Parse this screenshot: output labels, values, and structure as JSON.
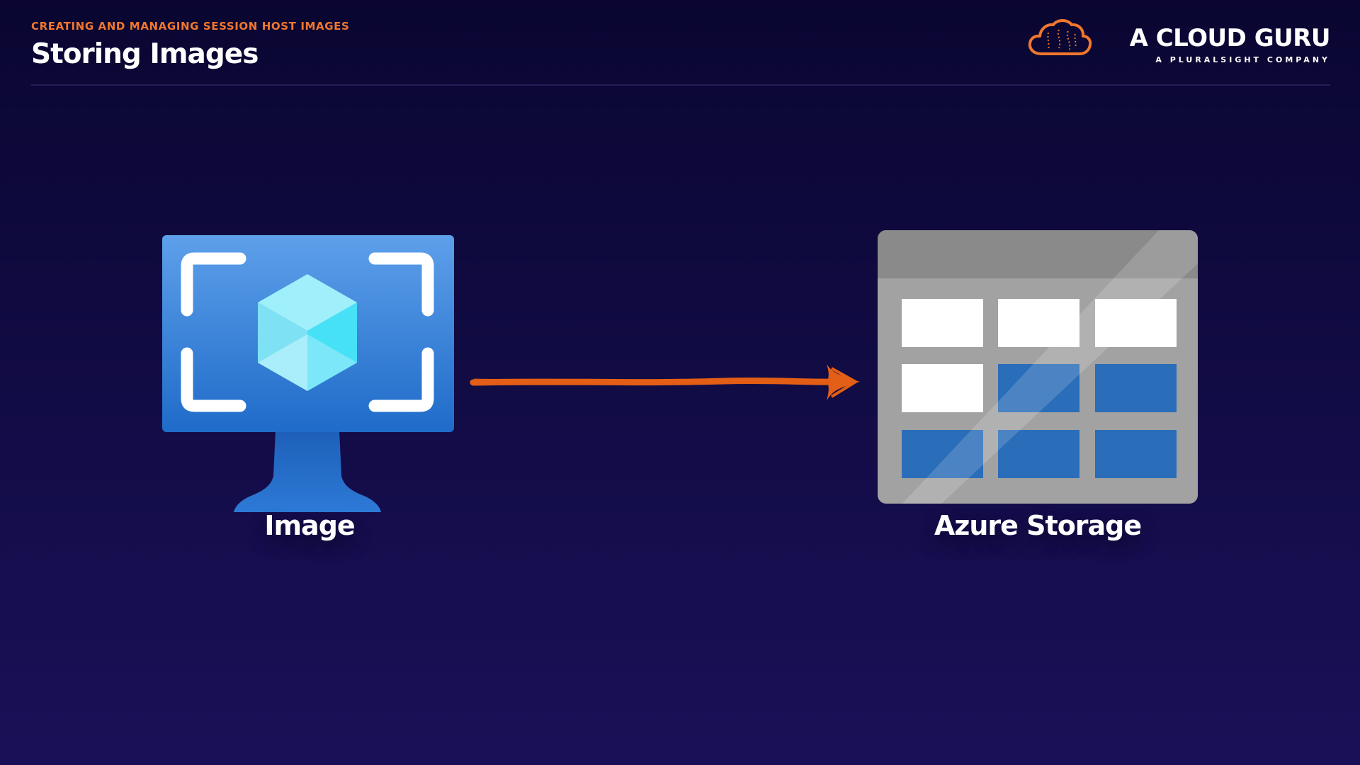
{
  "header": {
    "section_label": "CREATING AND MANAGING SESSION HOST IMAGES",
    "title": "Storing Images"
  },
  "brand": {
    "name": "A CLOUD GURU",
    "tagline": "A PLURALSIGHT COMPANY",
    "icon": "cloud-logo-icon",
    "color": "#f1772d"
  },
  "diagram": {
    "source": {
      "label": "Image",
      "icon": "vm-image-icon"
    },
    "target": {
      "label": "Azure Storage",
      "icon": "storage-table-icon"
    },
    "connector": {
      "icon": "arrow-right-icon",
      "color": "#e35e16"
    }
  },
  "colors": {
    "background": "#110b43",
    "accent": "#f1772d",
    "azure_blue": "#2a78d6",
    "storage_gray": "#a2a2a2"
  }
}
